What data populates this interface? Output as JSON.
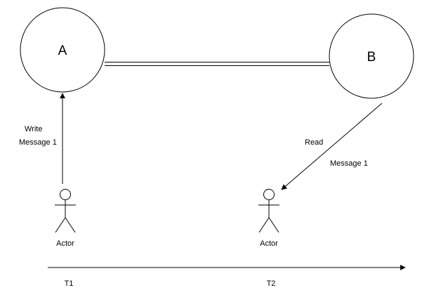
{
  "nodes": {
    "a": {
      "label": "A"
    },
    "b": {
      "label": "B"
    }
  },
  "actors": {
    "left": {
      "label": "Actor"
    },
    "right": {
      "label": "Actor"
    }
  },
  "edges": {
    "write": {
      "line1": "Write",
      "line2": "Message 1"
    },
    "read": {
      "line1": "Read",
      "line2": "Message 1"
    }
  },
  "timeline": {
    "t1": "T1",
    "t2": "T2"
  },
  "colors": {
    "stroke": "#000000",
    "background": "#ffffff"
  }
}
